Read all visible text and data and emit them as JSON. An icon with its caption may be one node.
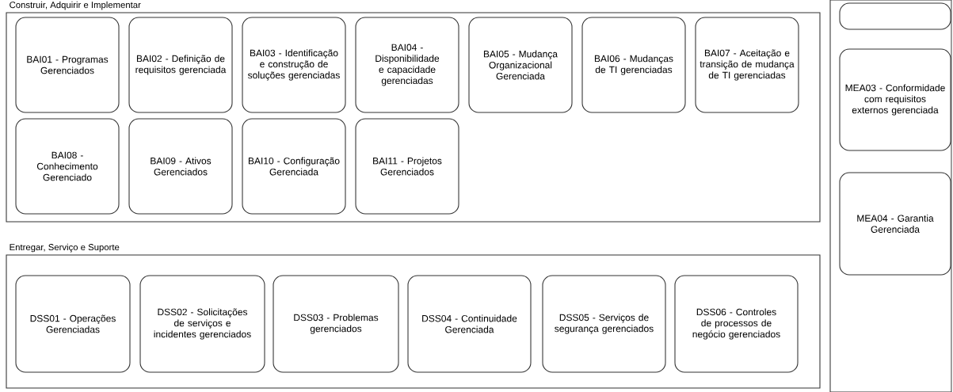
{
  "diagram": {
    "nodes": [
      {
        "text": [
          "Construir, Adquirir e Implementar"
        ]
      },
      {
        "text": [
          "BAI01 - Programas Gerenciados"
        ],
        "in": 0
      },
      {
        "text": [
          "BAI02 - Definição de requisitos gerenciada"
        ],
        "in": 0
      },
      {
        "text": [
          "BAI03 - Identificação e construção de soluções gerenciadas"
        ],
        "in": 0
      },
      {
        "text": [
          "BAI04 - Disponibilidade e capacidade gerenciadas"
        ],
        "in": 0
      },
      {
        "text": [
          "BAI05 - Mudança Organizacional Gerenciada"
        ],
        "in": 0
      },
      {
        "text": [
          "BAI06 - Mudanças de TI gerenciadas"
        ],
        "in": 0
      },
      {
        "text": [
          "BAI07 - Aceitação e transição de mudança de TI gerenciadas"
        ],
        "in": 0
      },
      {
        "text": [
          "BAI08 - Conhecimento Gerenciado"
        ],
        "in": 0
      },
      {
        "text": [
          "BAI09 - Ativos Gerenciados"
        ],
        "in": 0
      },
      {
        "text": [
          "BAI10 - Configuração Gerenciada"
        ],
        "in": 0
      },
      {
        "text": [
          "BAI11 - Projetos Gerenciados"
        ],
        "in": 0
      },
      {
        "text": [
          "Entregar, Serviço e Suporte"
        ]
      },
      {
        "text": [
          "DSS01 - Operações Gerenciadas"
        ],
        "in": 12
      },
      {
        "text": [
          "DSS02 - Solicitações de serviços e incidentes gerenciados"
        ],
        "in": 12
      },
      {
        "text": [
          "DSS03 - Problemas gerenciados"
        ],
        "in": 12
      },
      {
        "text": [
          "DSS04 - Continuidade Gerenciada"
        ],
        "in": 12
      },
      {
        "text": [
          "DSS05 - Serviços de segurança gerenciados"
        ],
        "in": 12
      },
      {
        "text": [
          "DSS06 - Controles de processos de negócio gerenciados"
        ],
        "in": 12
      },
      {
        "text": [],
        "shape": "box"
      },
      {
        "text": [],
        "shape": "box",
        "in": 19
      },
      {
        "text": [
          "MEA03 - Conformidade com requisitos externos gerenciada"
        ],
        "in": 19
      },
      {
        "text": [
          "MEA04 - Garantia Gerenciada"
        ],
        "in": 19
      }
    ]
  }
}
